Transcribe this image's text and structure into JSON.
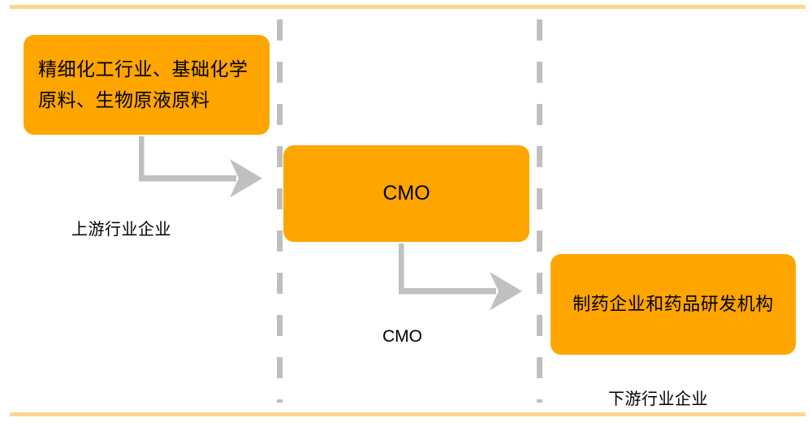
{
  "diagram": {
    "title_rules": {
      "color": "#fad78c"
    },
    "accent_color": "#ffa500",
    "connector_color": "#c0c0c0",
    "divider_color": "#bfbfbf",
    "boxes": [
      {
        "id": "upstream",
        "label": "精细化工行业、基础化学原料、生物原液原料"
      },
      {
        "id": "cmo",
        "label": "CMO"
      },
      {
        "id": "downstream",
        "label": "制药企业和药品研发机构"
      }
    ],
    "captions": [
      {
        "id": "upstream-segment",
        "label": "上游行业企业"
      },
      {
        "id": "cmo-segment",
        "label": "CMO"
      },
      {
        "id": "downstream-segment",
        "label": "下游行业企业"
      }
    ],
    "connectors": [
      {
        "id": "upstream-to-cmo",
        "from": "upstream",
        "to": "cmo"
      },
      {
        "id": "cmo-to-downstream",
        "from": "cmo",
        "to": "downstream"
      }
    ]
  }
}
